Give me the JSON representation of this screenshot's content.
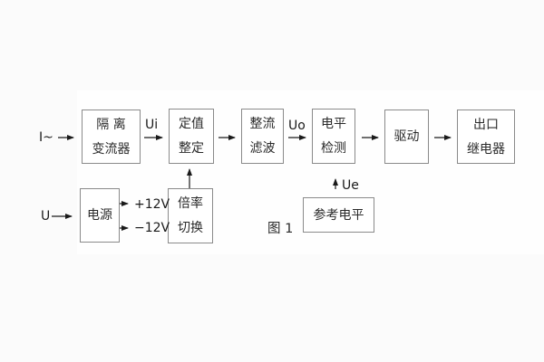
{
  "figure": {
    "caption": "图 1",
    "blocks": {
      "isolation": {
        "line1": "隔 离",
        "line2": "变流器"
      },
      "setting": {
        "line1": "定值",
        "line2": "整定"
      },
      "rectifier": {
        "line1": "整流",
        "line2": "滤波"
      },
      "level": {
        "line1": "电平",
        "line2": "检测"
      },
      "drive": {
        "line1": "驱动"
      },
      "output": {
        "line1": "出口",
        "line2": "继电器"
      },
      "power": {
        "line1": "电源"
      },
      "multiplier": {
        "line1": "倍率",
        "line2": "切换"
      },
      "reference": {
        "line1": "参考电平"
      }
    },
    "signals": {
      "input_current": "I~",
      "input_voltage": "U",
      "ui": "Ui",
      "uo": "Uo",
      "ue": "Ue",
      "plus12": "+12V",
      "minus12": "−12V"
    },
    "colors": {
      "line": "#1a1a1a",
      "box_border": "#8a8a8a",
      "text": "#2a2a2a",
      "page_bg": "#fbfbfb",
      "panel_bg": "#fefefe"
    }
  }
}
